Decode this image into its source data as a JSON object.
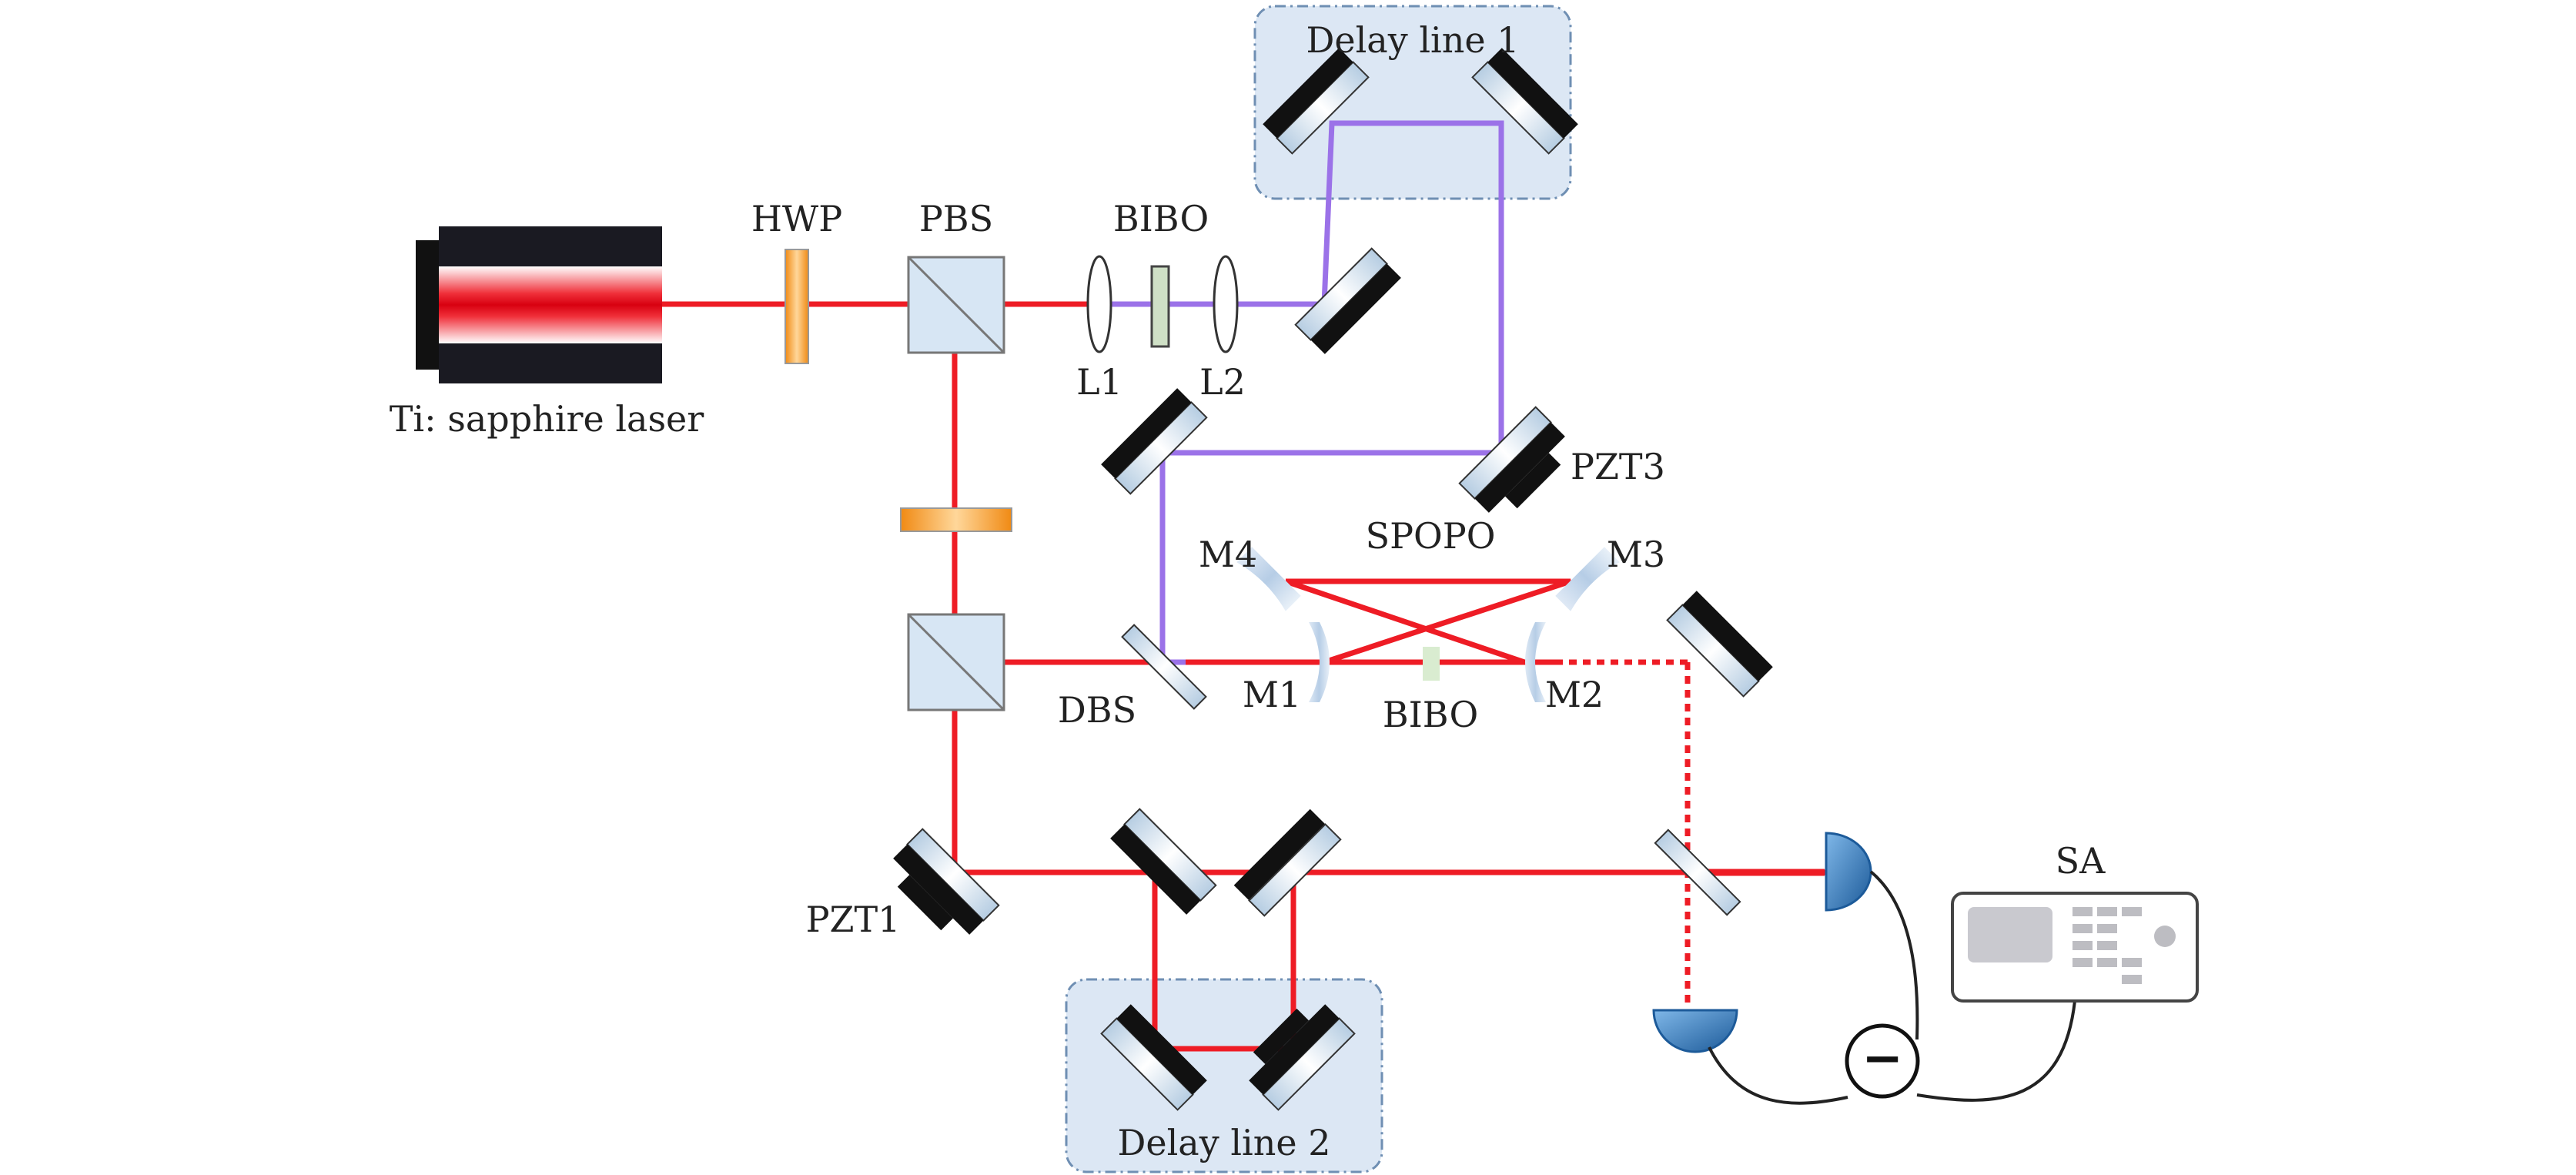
{
  "labels": {
    "laser": "Ti: sapphire laser",
    "hwp": "HWP",
    "pbs": "PBS",
    "bibo_top": "BIBO",
    "l1": "L1",
    "l2": "L2",
    "delay1": "Delay line 1",
    "delay2": "Delay line 2",
    "pzt3": "PZT3",
    "pzt1": "PZT1",
    "spopo": "SPOPO",
    "m1": "M1",
    "m2": "M2",
    "m3": "M3",
    "m4": "M4",
    "bibo_cavity": "BIBO",
    "dbs": "DBS",
    "sa": "SA",
    "subtract_symbol": "−"
  },
  "colors": {
    "red_beam": "#ee1c25",
    "violet_beam": "#9b72e8",
    "delay_box_fill": "#dce7f4",
    "delay_box_stroke": "#6f8fb3",
    "mirror_black": "#111111",
    "waveplate_orange": "#f39a2a",
    "detector_blue": "#2f78bd",
    "cube_fill": "#d7e6f4"
  },
  "icons": {
    "laser": "laser-head-icon",
    "detector": "photodetector-icon",
    "spectrum_analyzer": "spectrum-analyzer-icon",
    "subtractor": "subtractor-icon"
  }
}
